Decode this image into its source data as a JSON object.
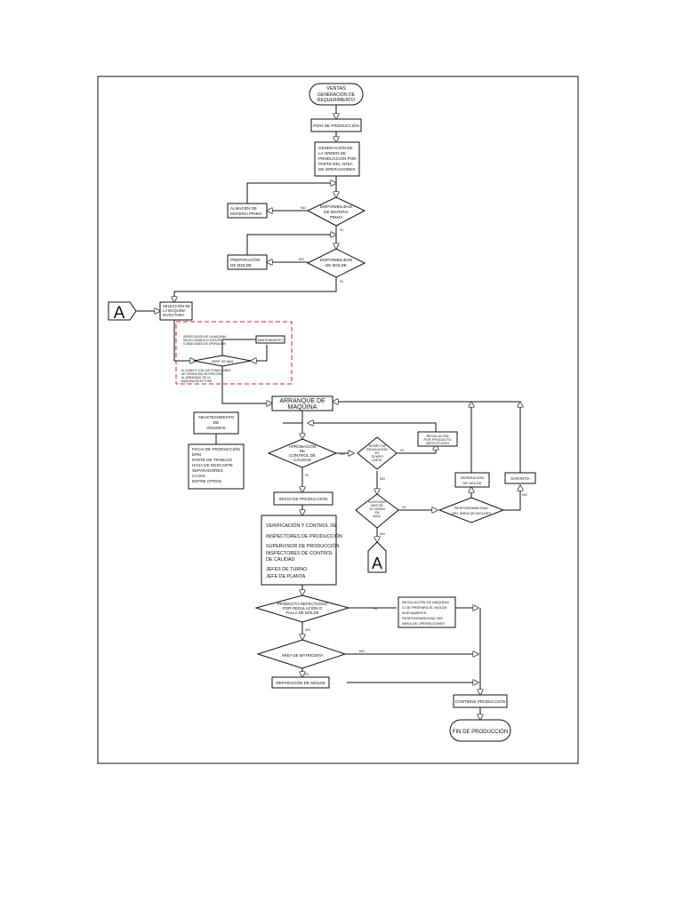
{
  "nodes": {
    "ventas": [
      "VENTAS",
      "GENERACIÓN DE",
      "REQUERIMIENTO"
    ],
    "pedido": [
      "PIDO DE PRODUCCIÓN"
    ],
    "orden": [
      "GENERACIÓN DE",
      "LA ORDEN DE",
      "PRODUCCIÓN POR",
      "PARTE DEL ÁREA",
      "DE OPERACIONES"
    ],
    "disp_mp": [
      "DISPONIBILIDAD",
      "DE MATERIA",
      "PRIMA"
    ],
    "almacen": [
      "ALMACÉN DE",
      "MATERIA PRIMA"
    ],
    "disp_molde": [
      "DISPONIBILIDAD",
      "DE MOLDE"
    ],
    "prep_molde": [
      "PREPARACIÓN",
      "DE MOLDE"
    ],
    "seleccion": [
      "SELECCIÓN DE",
      "LA MAQUINA",
      "INYECTORA"
    ],
    "arranque": [
      "ARRANQUE DE",
      "MAQUINA"
    ],
    "abastecimiento": [
      "ABASTECIMIENTO",
      "DE",
      "INSUMOS"
    ],
    "insumos_list": [
      "FICHA DE PRODUCCIÓN",
      "EPM",
      "PARTE DE TRABAJO",
      "HOJA DE DESCARTE",
      "SEPARADORES",
      "CAJAS",
      "ENTRE OTROS"
    ],
    "aprobacion": [
      "APROBACIÓN",
      "DE",
      "CONTROL DE",
      "CALIDAD"
    ],
    "tiempo": [
      "TIEMPO DE",
      "REGULACIÓN",
      "ES",
      "TIEMPO",
      "LIMITE"
    ],
    "regulacion": [
      "REGULACIÓN",
      "POR PRODUCTO",
      "DEFECTUOSO"
    ],
    "ha_estado": [
      "HA ESTADO",
      "MAS DE",
      "24 HORAS",
      "EN",
      "MAQ."
    ],
    "responsabilidad": [
      "RESPONSABILIDAD",
      "DEL ÁREA DE MOLDES"
    ],
    "reparacion_molde": [
      "REPARACIÓN",
      "DE MOLDE"
    ],
    "garantia": [
      "GARANTÍA"
    ],
    "inicio": [
      "INICIO DE PRODUCCIÓN"
    ],
    "verificacion": [
      "VERIFICACIÓN Y CONTROL DE:",
      "INSPECTORES DE PRODUCCIÓN",
      "SUPERVISOR DE PRODUCCIÓN",
      "INSPECTORES DE CONTROL",
      "DE CALIDAD",
      "JEFES DE TURNO",
      "JEFE DE PLANTA"
    ],
    "producto_def": [
      "PRODUCTO DEFECTUOSO",
      "POR REGULACIÓN O",
      "FALLA DE MOLDE"
    ],
    "regulacion_maq": [
      "REGULACIÓN DE MAQUINA",
      "O DE PREPARA EL MOLDE",
      "NUEVAMENTE.",
      "RESPONSABILIDAD DEL",
      "ÁREA DE OPERACIONES"
    ],
    "area_matriceria": [
      "ÁREA DE MATRICERÍA"
    ],
    "reparacion_molde2": [
      "REPARACIÓN DE MOLDE"
    ],
    "contiene": [
      "CONTIENE PRODUCCIÓN"
    ],
    "fin": [
      "FIN DE PRODUCCIÓN"
    ],
    "connector_a": "A",
    "connector_a2": "A",
    "dashed_text1": [
      "VERIFICACIÓN DE LA MAQUINA",
      "SELECCIONADA SI ESTA EN",
      "CONDICIONES DE OPERACIÓN"
    ],
    "dashed_text2": [
      "SI CUMPLE CON LAS CONDICIONES",
      "DE OPERACIÓN SE PROCEDE",
      "AL ARRANQUE DE LA",
      "MAQUINA INYECTORA"
    ],
    "dashed_box": [
      "MANTENIMIENTO"
    ],
    "dashed_decision": [
      "VERIF. DE MAQ"
    ]
  },
  "labels": {
    "no": "NO",
    "si": "SI"
  }
}
